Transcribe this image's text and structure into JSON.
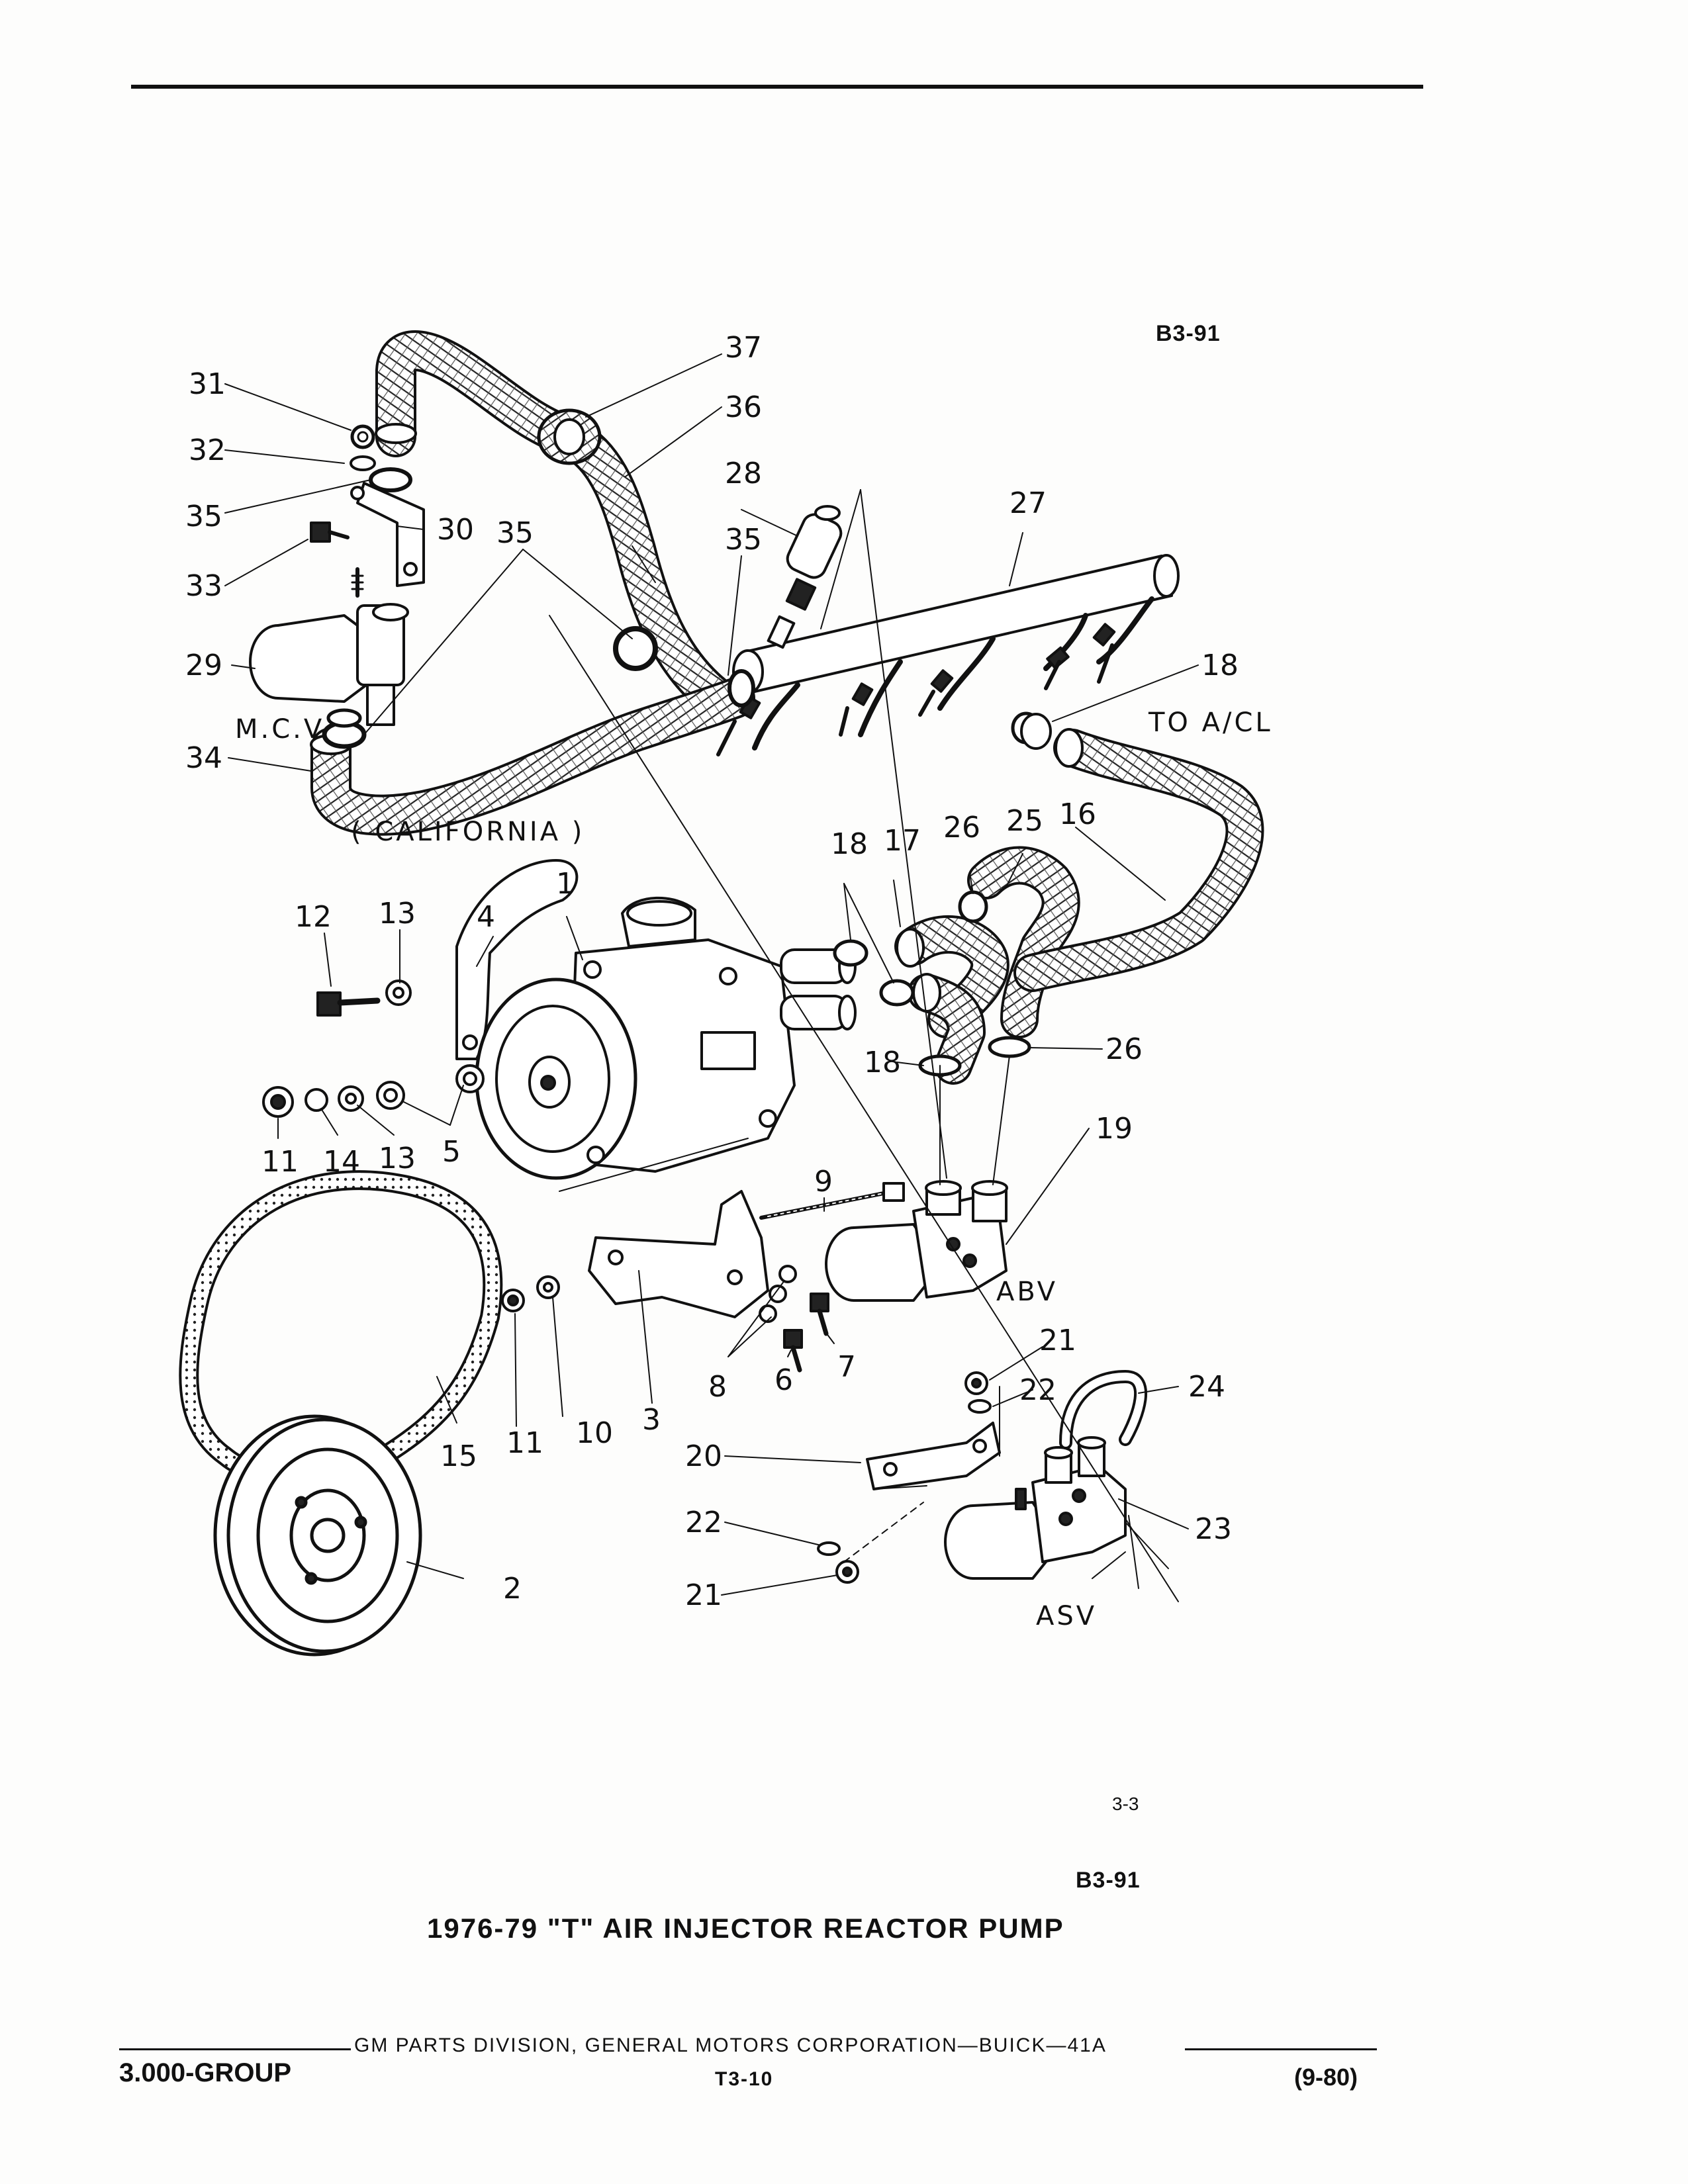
{
  "header": {
    "figure_code_top": "B3-91"
  },
  "diagram": {
    "callouts": [
      "1",
      "2",
      "3",
      "4",
      "5",
      "6",
      "7",
      "8",
      "9",
      "10",
      "11",
      "11",
      "12",
      "13",
      "13",
      "14",
      "15",
      "16",
      "17",
      "18",
      "18",
      "18",
      "19",
      "20",
      "21",
      "21",
      "22",
      "22",
      "23",
      "24",
      "25",
      "26",
      "26",
      "27",
      "28",
      "29",
      "30",
      "31",
      "32",
      "33",
      "34",
      "35",
      "35",
      "35",
      "36",
      "37"
    ],
    "labels": {
      "mcv": "M.C.V",
      "california": "( CALIFORNIA )",
      "to_acl": "TO  A/CL",
      "abv": "ABV",
      "asv": "ASV"
    }
  },
  "page_ref": "3-3",
  "figure_code_bottom": "B3-91",
  "title": "1976-79 \"T\" AIR INJECTOR REACTOR PUMP",
  "footer": {
    "division": "GM PARTS DIVISION, GENERAL MOTORS CORPORATION—BUICK—41A",
    "group": "3.000-GROUP",
    "page": "T3-10",
    "date": "(9-80)"
  }
}
